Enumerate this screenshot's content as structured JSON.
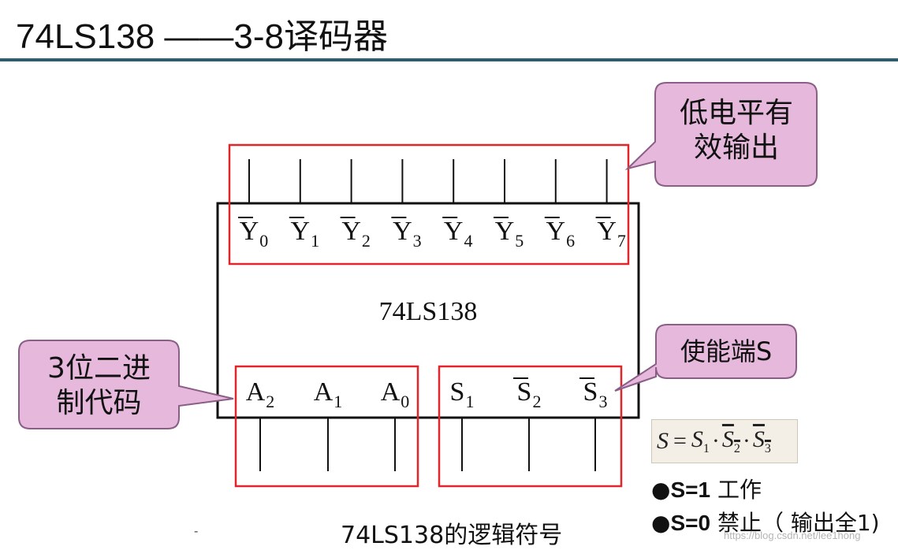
{
  "page": {
    "title": "74LS138 ——3-8译码器",
    "caption": "74LS138的逻辑符号",
    "dash": "-",
    "watermark": "https://blog.csdn.net/lee1hong"
  },
  "chip": {
    "name": "74LS138",
    "outputs": [
      {
        "letter": "Y",
        "sub": "0",
        "bar": true
      },
      {
        "letter": "Y",
        "sub": "1",
        "bar": true
      },
      {
        "letter": "Y",
        "sub": "2",
        "bar": true
      },
      {
        "letter": "Y",
        "sub": "3",
        "bar": true
      },
      {
        "letter": "Y",
        "sub": "4",
        "bar": true
      },
      {
        "letter": "Y",
        "sub": "5",
        "bar": true
      },
      {
        "letter": "Y",
        "sub": "6",
        "bar": true
      },
      {
        "letter": "Y",
        "sub": "7",
        "bar": true
      }
    ],
    "address_inputs": [
      {
        "letter": "A",
        "sub": "2",
        "bar": false
      },
      {
        "letter": "A",
        "sub": "1",
        "bar": false
      },
      {
        "letter": "A",
        "sub": "0",
        "bar": false
      }
    ],
    "enable_inputs": [
      {
        "letter": "S",
        "sub": "1",
        "bar": false
      },
      {
        "letter": "S",
        "sub": "2",
        "bar": true
      },
      {
        "letter": "S",
        "sub": "3",
        "bar": true
      }
    ]
  },
  "callouts": {
    "outputs_line1": "低电平有",
    "outputs_line2": "效输出",
    "address_line1": "3位二进",
    "address_line2": "制代码",
    "enable": "使能端S"
  },
  "formula": {
    "lhs": "S",
    "eq": "=",
    "s": "S",
    "sub1": "1",
    "sub2": "2",
    "sub3": "3",
    "dot": "·"
  },
  "notes": {
    "bullet": "●",
    "s1_label": "S=1",
    "s1_text": "工作",
    "s0_label": "S=0",
    "s0_text": "禁止（ 输出全1)"
  },
  "colors": {
    "highlight": "#e0262b",
    "callout_fill": "#e5b8dc",
    "callout_stroke": "#8a5e86",
    "rule": "#2e5c6c"
  }
}
